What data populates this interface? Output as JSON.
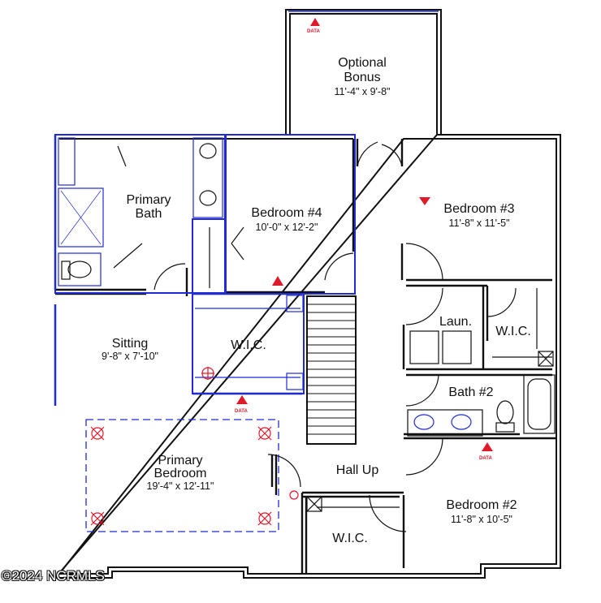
{
  "rooms": {
    "optional_bonus": {
      "name1": "Optional",
      "name2": "Bonus",
      "dims": "11'-4\" x 9'-8\""
    },
    "primary_bath": {
      "name1": "Primary",
      "name2": "Bath"
    },
    "bedroom4": {
      "name": "Bedroom #4",
      "dims": "10'-0\" x 12'-2\""
    },
    "bedroom3": {
      "name": "Bedroom #3",
      "dims": "11'-8\" x 11'-5\""
    },
    "sitting": {
      "name": "Sitting",
      "dims": "9'-8\" x 7'-10\""
    },
    "wic_primary": {
      "name": "W.I.C."
    },
    "laundry": {
      "name": "Laun."
    },
    "wic_bed3": {
      "name": "W.I.C."
    },
    "bath2": {
      "name": "Bath #2"
    },
    "primary_bedroom": {
      "name1": "Primary",
      "name2": "Bedroom",
      "dims": "19'-4\" x 12'-11\""
    },
    "hall": {
      "name": "Hall Up"
    },
    "bedroom2": {
      "name": "Bedroom #2",
      "dims": "11'-8\" x 10'-5\""
    },
    "wic_bed2": {
      "name": "W.I.C."
    }
  },
  "data_marker_label": "DATA",
  "watermark": "©2024 NCRMLS",
  "colors": {
    "wall": "#111111",
    "electrical": "#1f2bd8",
    "marker": "#e0192b"
  }
}
